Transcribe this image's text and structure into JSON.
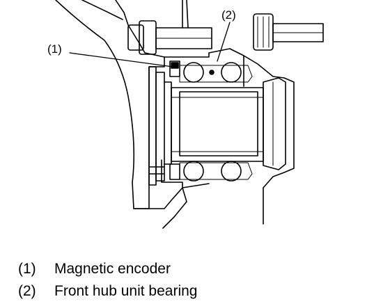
{
  "callouts": [
    {
      "id": "1",
      "label": "(1)"
    },
    {
      "id": "2",
      "label": "(2)"
    }
  ],
  "legend": [
    {
      "number": "(1)",
      "text": "Magnetic encoder"
    },
    {
      "number": "(2)",
      "text": "Front hub unit bearing"
    }
  ]
}
